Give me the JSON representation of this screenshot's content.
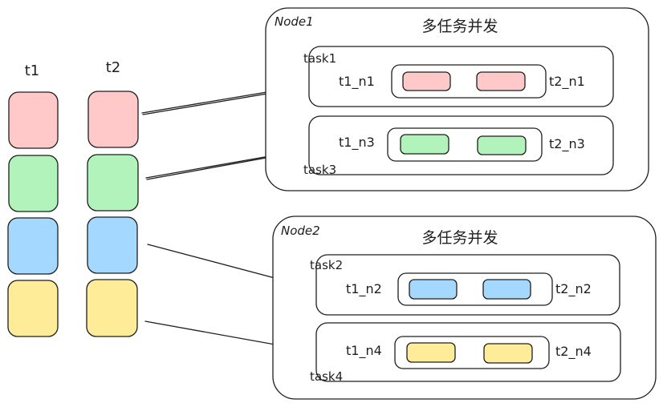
{
  "columns": [
    {
      "label": "t1"
    },
    {
      "label": "t2"
    }
  ],
  "row_colors": [
    "#ffc9c9",
    "#b2f2bb",
    "#a5d8ff",
    "#ffec99"
  ],
  "nodes": [
    {
      "label": "Node1",
      "title": "多任务并发",
      "tasks": [
        {
          "label": "task1",
          "left": "t1_n1",
          "right": "t2_n1",
          "color": "#ffc9c9"
        },
        {
          "label": "task3",
          "left": "t1_n3",
          "right": "t2_n3",
          "color": "#b2f2bb"
        }
      ]
    },
    {
      "label": "Node2",
      "title": "多任务并发",
      "tasks": [
        {
          "label": "task2",
          "left": "t1_n2",
          "right": "t2_n2",
          "color": "#a5d8ff"
        },
        {
          "label": "task4",
          "left": "t1_n4",
          "right": "t2_n4",
          "color": "#ffec99"
        }
      ]
    }
  ],
  "stroke_color": "#1e1e1e"
}
